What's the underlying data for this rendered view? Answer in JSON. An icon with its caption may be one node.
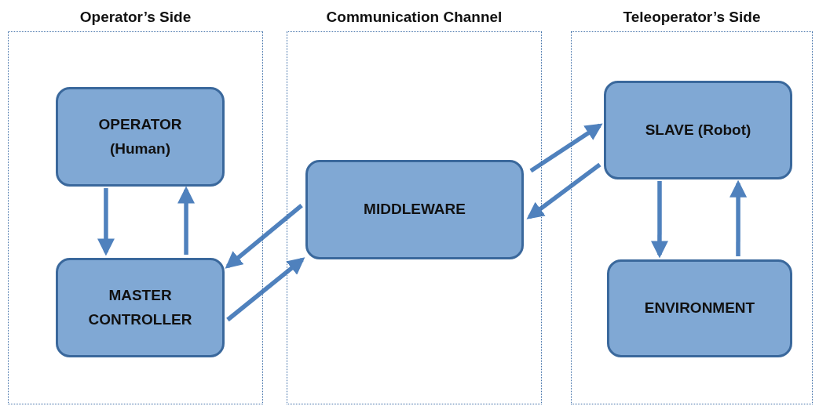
{
  "diagram": {
    "nodes": [
      {
        "text": [
          "Operator’s Side"
        ]
      },
      {
        "text": [
          "OPERATOR (Human)"
        ],
        "in": 0
      },
      {
        "text": [
          "MASTER CONTROLLER"
        ],
        "in": 0
      },
      {
        "text": [
          "Communication Channel"
        ]
      },
      {
        "text": [
          "MIDDLEWARE"
        ],
        "in": 3
      },
      {
        "text": [
          "Teleoperator’s Side"
        ]
      },
      {
        "text": [
          "SLAVE (Robot)"
        ],
        "in": 5
      },
      {
        "text": [
          "ENVIRONMENT"
        ],
        "in": 5
      }
    ],
    "edges": [
      {
        "from": 1,
        "to": 2,
        "arrow": "to"
      },
      {
        "from": 2,
        "to": 1,
        "arrow": "to"
      },
      {
        "from": 4,
        "to": 2,
        "arrow": "to"
      },
      {
        "from": 2,
        "to": 4,
        "arrow": "to"
      },
      {
        "from": 4,
        "to": 6,
        "arrow": "to"
      },
      {
        "from": 6,
        "to": 4,
        "arrow": "to"
      },
      {
        "from": 6,
        "to": 7,
        "arrow": "to"
      },
      {
        "from": 7,
        "to": 6,
        "arrow": "to"
      }
    ]
  }
}
